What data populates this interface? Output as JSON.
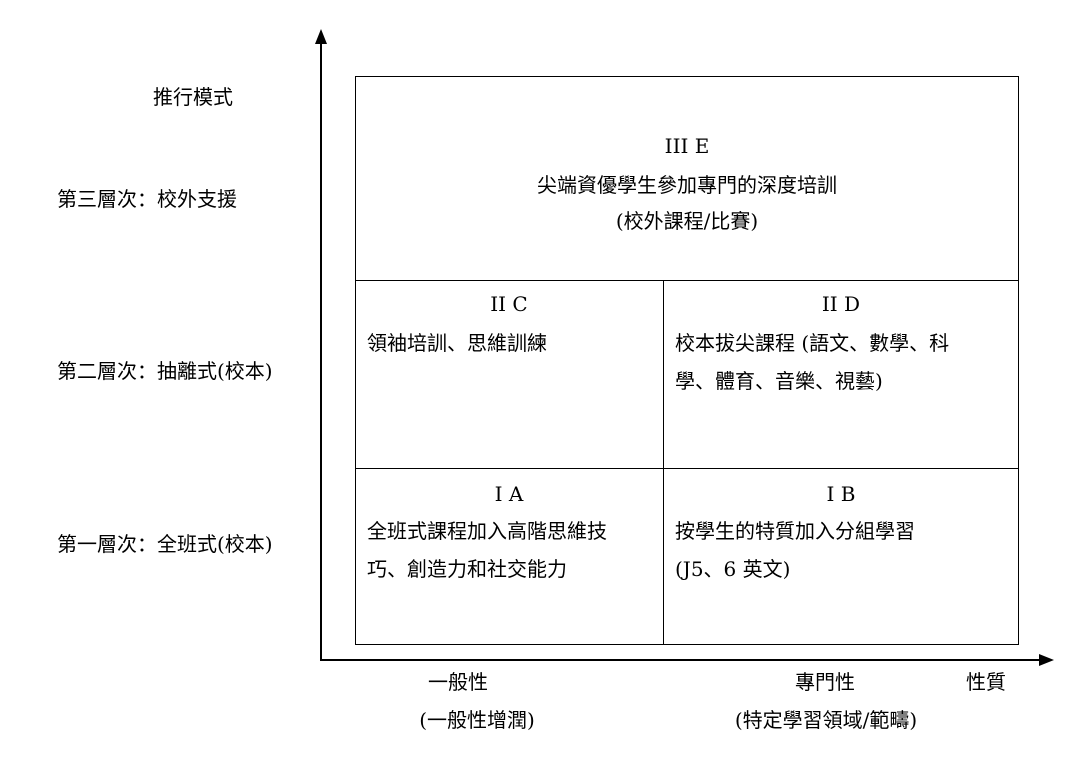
{
  "y_axis": {
    "title": "推行模式",
    "levels": [
      "第三層次：校外支援",
      "第二層次：抽離式(校本)",
      "第一層次：全班式(校本)"
    ]
  },
  "x_axis": {
    "title": "性質",
    "general": {
      "label": "一般性",
      "sub": "(一般性增潤)"
    },
    "specialized": {
      "label": "專門性",
      "sub": "(特定學習領域/範疇)"
    }
  },
  "cells": {
    "IIIE": {
      "code": "III E",
      "lines": [
        "尖端資優學生參加專門的深度培訓",
        "(校外課程/比賽)"
      ]
    },
    "IIC": {
      "code": "II C",
      "lines": [
        "領袖培訓、思維訓練"
      ]
    },
    "IID": {
      "code": "II D",
      "lines": [
        "校本拔尖課程  (語文、數學、科",
        "學、體育、音樂、視藝)"
      ]
    },
    "IA": {
      "code": "I A",
      "lines": [
        "全班式課程加入高階思維技",
        "巧、創造力和社交能力"
      ]
    },
    "IB": {
      "code": "I B",
      "lines": [
        "按學生的特質加入分組學習",
        "(J5、6 英文)"
      ]
    }
  }
}
